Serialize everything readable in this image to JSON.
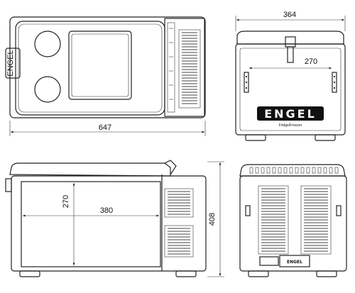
{
  "dimensions": {
    "top_length": "647",
    "front_width": "364",
    "front_inner_width": "270",
    "side_inner_height": "270",
    "side_inner_length": "380",
    "overall_height": "408"
  },
  "brand": {
    "logo": "ENGEL",
    "tagline": "Fridge/Freezer",
    "back_logo": "ENGEL"
  }
}
